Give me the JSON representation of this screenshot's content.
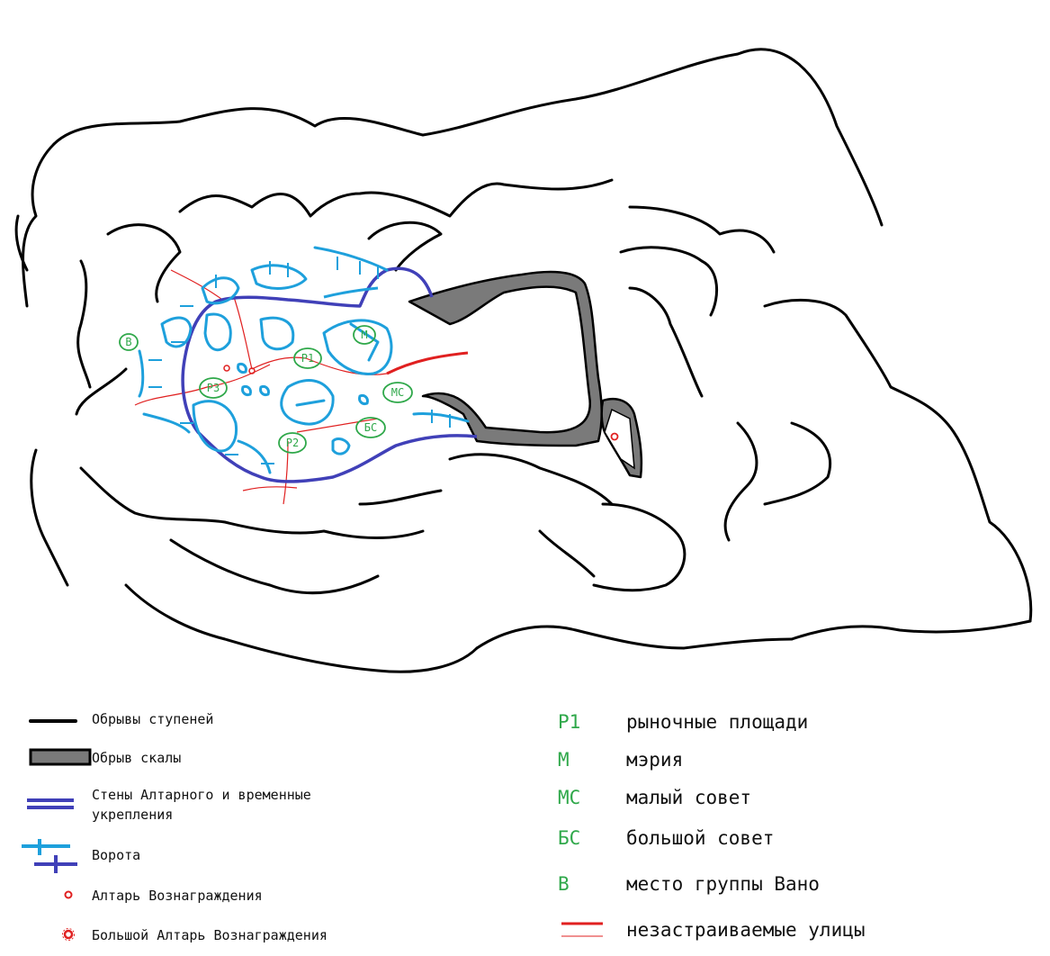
{
  "map": {
    "labels": {
      "p1": "Р1",
      "p2": "Р2",
      "p3": "Р3",
      "m": "М",
      "ms": "МС",
      "bs": "БС",
      "v": "В"
    },
    "colors": {
      "cliff_steps": "#000000",
      "rock_cliff_fill": "#7a7a7a",
      "walls": "#4040b8",
      "gates_light": "#1ea0dc",
      "streets": "#e02020",
      "labels": "#2fa84a",
      "altar": "#e02020"
    }
  },
  "legend": {
    "left": [
      {
        "key": "steps",
        "text": "Обрывы ступеней",
        "icon": "black-line-icon"
      },
      {
        "key": "cliff",
        "text": "Обрыв скалы",
        "icon": "gray-bar-icon"
      },
      {
        "key": "walls",
        "text": "Стены Алтарного и временные укрепления",
        "icon": "blue-double-line-icon"
      },
      {
        "key": "gates",
        "text": "Ворота",
        "icon": "gate-cross-icon"
      },
      {
        "key": "altar",
        "text": "Алтарь Вознаграждения",
        "icon": "small-altar-icon"
      },
      {
        "key": "big_altar",
        "text": "Большой Алтарь Вознаграждения",
        "icon": "big-altar-icon"
      }
    ],
    "right": [
      {
        "code": "Р1",
        "text": "рыночные площади"
      },
      {
        "code": "М",
        "text": "мэрия"
      },
      {
        "code": "МС",
        "text": "малый совет"
      },
      {
        "code": "БС",
        "text": "большой совет"
      },
      {
        "code": "В",
        "text": "место группы Вано"
      },
      {
        "code": "",
        "text": "незастраиваемые улицы"
      }
    ]
  }
}
